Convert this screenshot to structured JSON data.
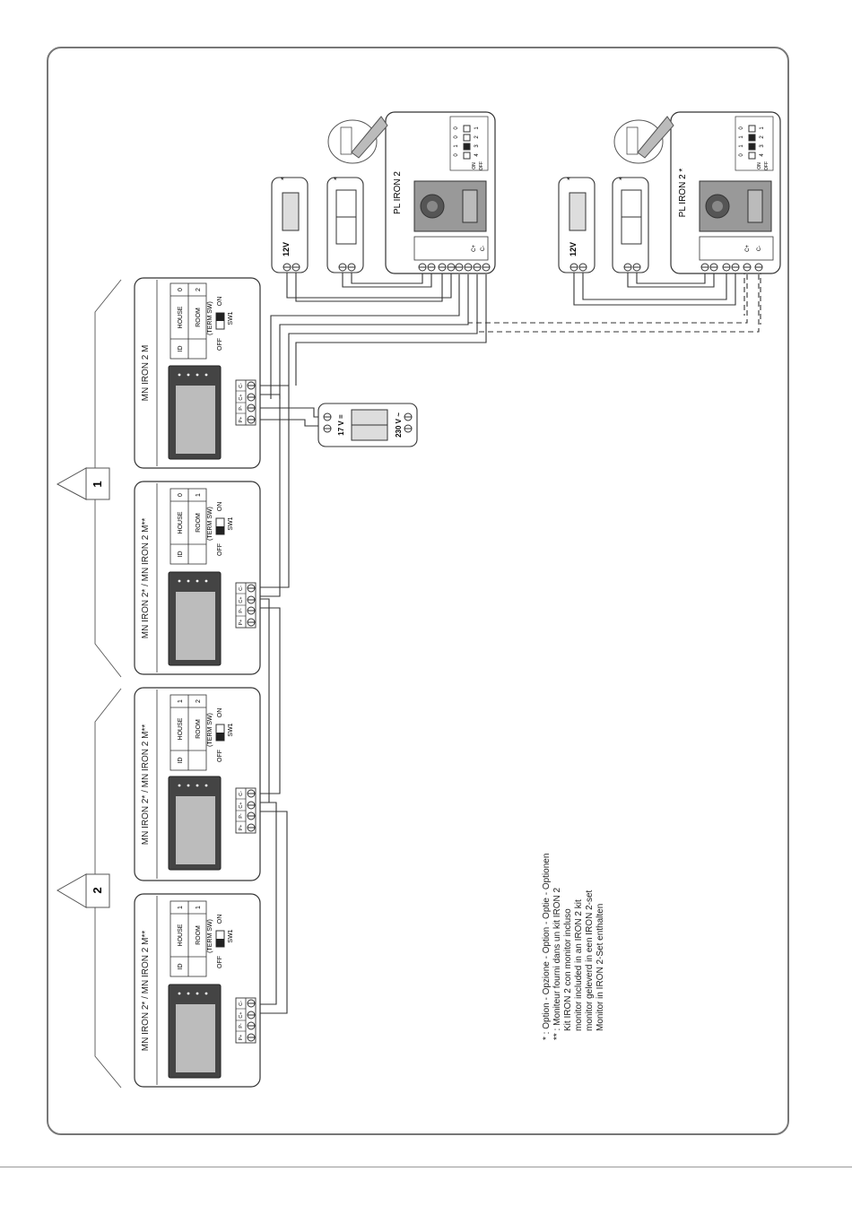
{
  "monitors": [
    {
      "title": "MN IRON 2 M",
      "house": "0",
      "room": "2"
    },
    {
      "title": "MN IRON 2* / MN IRON 2 M**",
      "house": "0",
      "room": "1"
    },
    {
      "title": "MN IRON 2* / MN IRON 2 M**",
      "house": "1",
      "room": "2"
    },
    {
      "title": "MN IRON 2* / MN IRON 2 M**",
      "house": "1",
      "room": "1"
    }
  ],
  "switch_labels": {
    "id": "ID",
    "house": "HOUSE",
    "room": "ROOM",
    "term_sw": "(TERM SW)",
    "off": "OFF",
    "on": "ON",
    "sw1": "SW1"
  },
  "monitor_terminals": [
    "P+",
    "P-",
    "C+",
    "C-"
  ],
  "groups": [
    "1",
    "2"
  ],
  "panels": [
    {
      "title": "PL IRON 2",
      "dip": [
        "0",
        "0",
        "1",
        "0"
      ],
      "on": "ON",
      "off": "OFF",
      "nums": [
        "1",
        "2",
        "3",
        "4"
      ],
      "terminals": [
        "C+",
        "C-"
      ]
    },
    {
      "title": "PL IRON 2 *",
      "dip": [
        "0",
        "1",
        "1",
        "0"
      ],
      "on": "ON",
      "off": "OFF",
      "nums": [
        "1",
        "2",
        "3",
        "4"
      ],
      "terminals": [
        "C+",
        "C-"
      ]
    }
  ],
  "lock_voltage": "12V",
  "star": "*",
  "power_supply": {
    "out": "17 V =",
    "in": "230 V ~"
  },
  "notes": [
    "* : Option - Opzione - Option - Optie - Optionen",
    "** : Moniteur fourni dans un kit IRON 2",
    "Kit IRON 2 con monitor incluso",
    "monitor included in an IRON 2 kit",
    "monitor geleverd in een IRON 2-set",
    "Monitor in IRON 2-Set enthalten"
  ]
}
